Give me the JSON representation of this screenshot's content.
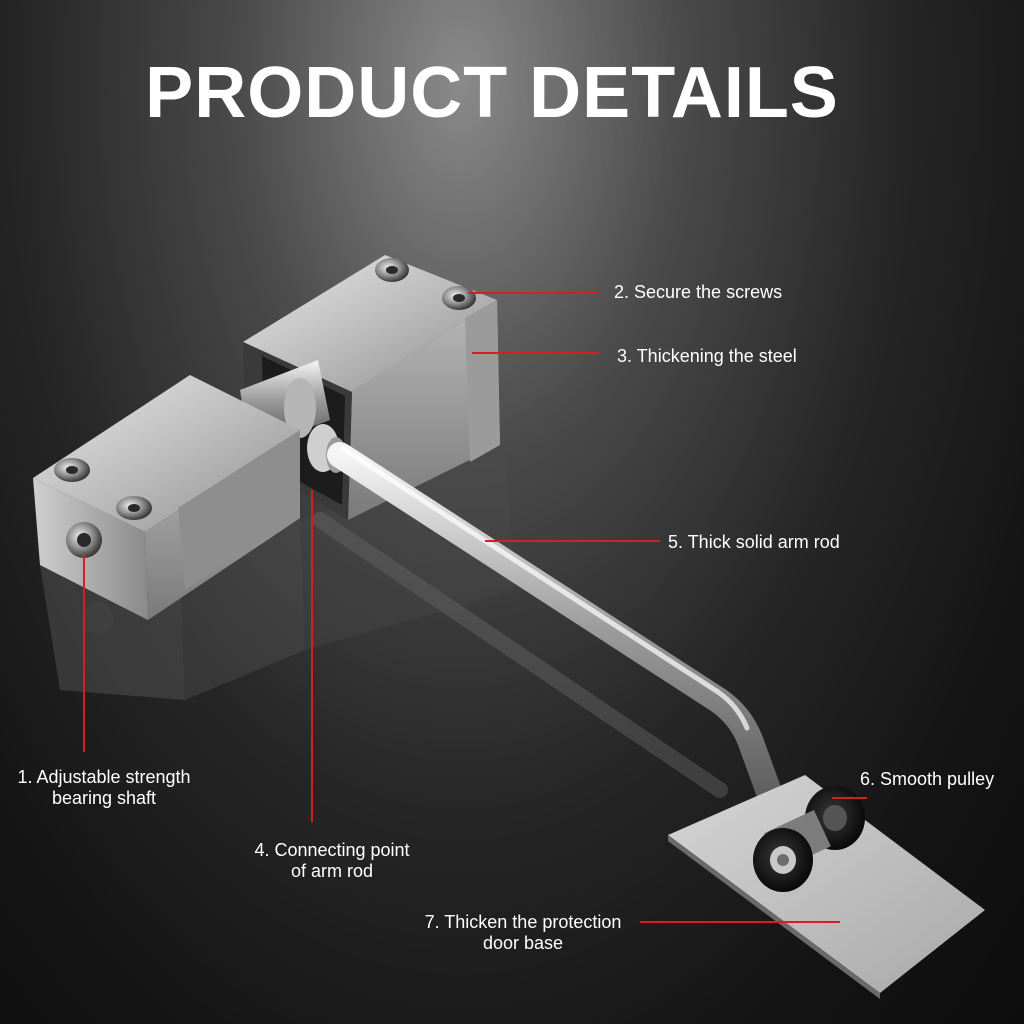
{
  "page": {
    "title": "PRODUCT DETAILS",
    "accent_color": "#d42020"
  },
  "callouts": [
    {
      "id": "bearing-shaft",
      "text_line1": "1. Adjustable strength",
      "text_line2": "bearing shaft"
    },
    {
      "id": "secure-screws",
      "text_line1": "2. Secure the screws"
    },
    {
      "id": "thick-steel",
      "text_line1": "3. Thickening the steel"
    },
    {
      "id": "arm-connection",
      "text_line1": "4. Connecting point",
      "text_line2": "of arm rod"
    },
    {
      "id": "arm-rod",
      "text_line1": "5. Thick solid arm rod"
    },
    {
      "id": "pulley",
      "text_line1": "6. Smooth pulley"
    },
    {
      "id": "door-base",
      "text_line1": "7. Thicken the protection",
      "text_line2": "door base"
    }
  ]
}
